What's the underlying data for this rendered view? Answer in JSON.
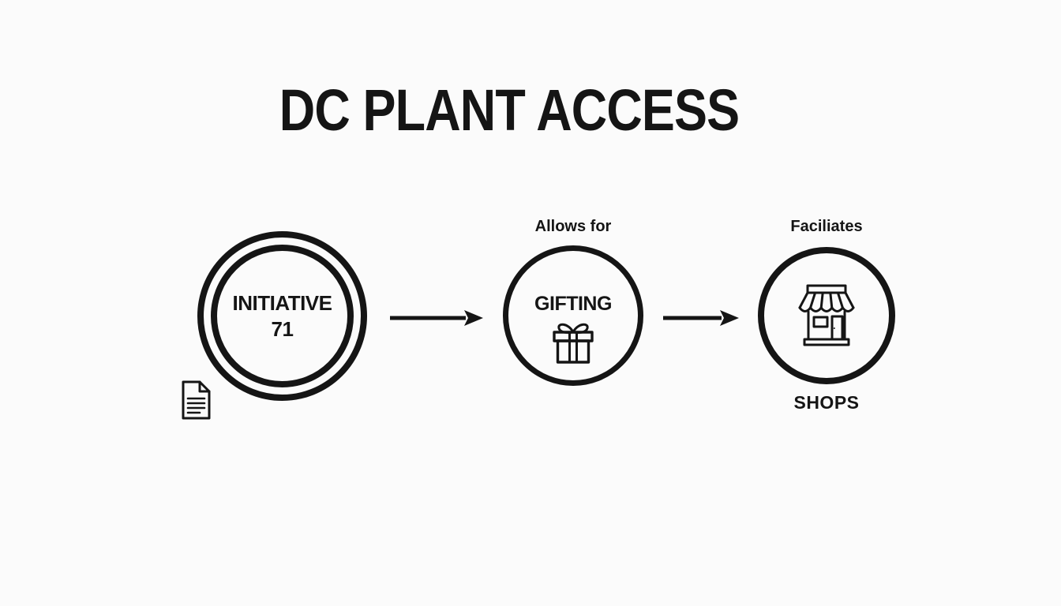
{
  "title": "DC PLANT ACCESS",
  "colors": {
    "background": "#fbfbfb",
    "ink": "#151515"
  },
  "diagram": {
    "nodes": [
      {
        "id": "initiative-71",
        "line1": "INITIATIVE",
        "line2": "71",
        "ring": "double",
        "icon": "document-icon"
      },
      {
        "id": "gifting",
        "top_label": "Allows for",
        "line1": "GIFTING",
        "ring": "single",
        "icon": "gift-icon"
      },
      {
        "id": "shops",
        "top_label": "Faciliates",
        "bottom_label": "SHOPS",
        "ring": "single",
        "icon": "storefront-icon"
      }
    ],
    "connectors": [
      {
        "from": "initiative-71",
        "to": "gifting",
        "style": "arrow-right"
      },
      {
        "from": "gifting",
        "to": "shops",
        "style": "arrow-right"
      }
    ]
  }
}
